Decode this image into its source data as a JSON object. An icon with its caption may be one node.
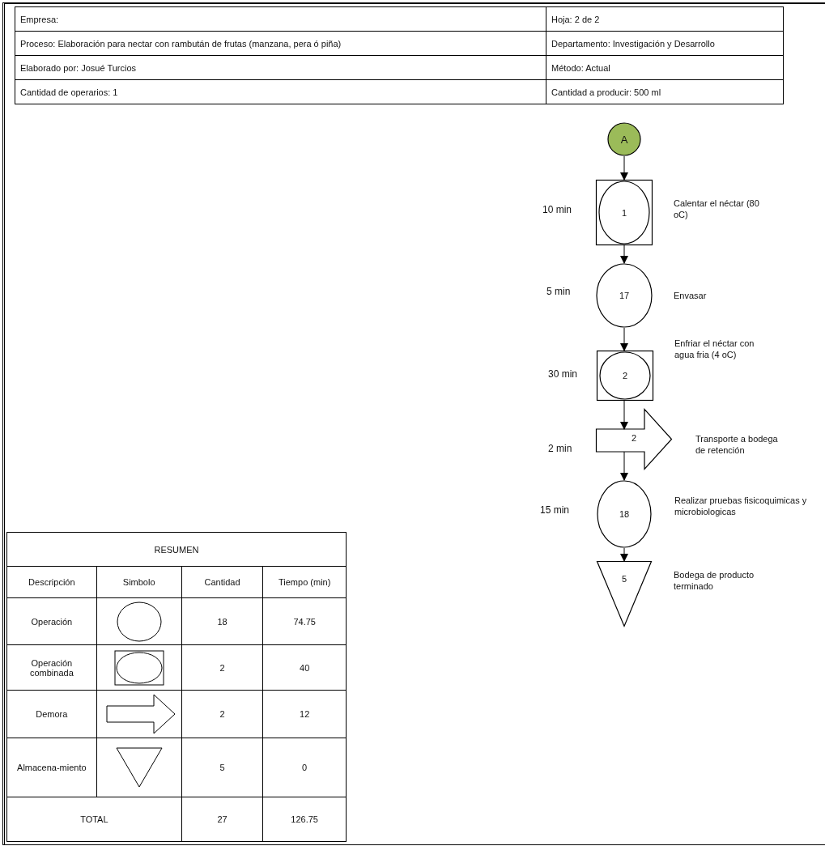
{
  "diagram": {
    "nodes": [
      {
        "text": [
          "A"
        ]
      },
      {
        "text": [
          "1"
        ],
        "beside": [
          "10 min",
          "Calentar el néctar (80 oC)"
        ]
      },
      {
        "text": [
          "17"
        ],
        "beside": [
          "5 min",
          "Envasar"
        ]
      },
      {
        "text": [
          "2"
        ],
        "beside": [
          "30 min",
          "Enfriar el néctar con agua fria  (4 oC)"
        ]
      },
      {
        "text": [
          "2"
        ],
        "beside": [
          "2 min",
          "Transporte a bodega de retención"
        ]
      },
      {
        "text": [
          "18"
        ],
        "beside": [
          "15 min",
          "Realizar pruebas fisicoquimicas y microbiologicas"
        ]
      },
      {
        "text": [
          "5"
        ],
        "beside": [
          "Bodega de producto terminado"
        ]
      }
    ],
    "edges": [
      {
        "from": 0,
        "to": 1,
        "arrow": "to"
      },
      {
        "from": 1,
        "to": 2,
        "arrow": "to"
      },
      {
        "from": 2,
        "to": 3,
        "arrow": "to"
      },
      {
        "from": 3,
        "to": 4,
        "arrow": "to"
      },
      {
        "from": 4,
        "to": 5,
        "arrow": "to"
      },
      {
        "from": 5,
        "to": 6,
        "arrow": "to"
      }
    ],
    "labels": [
      "Empresa:",
      "Hoja: 2 de 2",
      "Proceso: Elaboración para nectar con rambután de frutas (manzana, pera ó piña)",
      "Departamento: Investigación y Desarrollo",
      "Elaborado por: Josué Turcios",
      "Método: Actual",
      "Cantidad de operarios: 1",
      "Cantidad a producir: 500 ml",
      "RESUMEN",
      "Descripción",
      "Simbolo",
      "Cantidad",
      "Tiempo (min)",
      "Operación",
      "18",
      "74.75",
      "Operación combinada",
      "2",
      "40",
      "Demora",
      "2",
      "12",
      "Almacena-miento",
      "5",
      "0",
      "TOTAL",
      "27",
      "126.75"
    ]
  }
}
